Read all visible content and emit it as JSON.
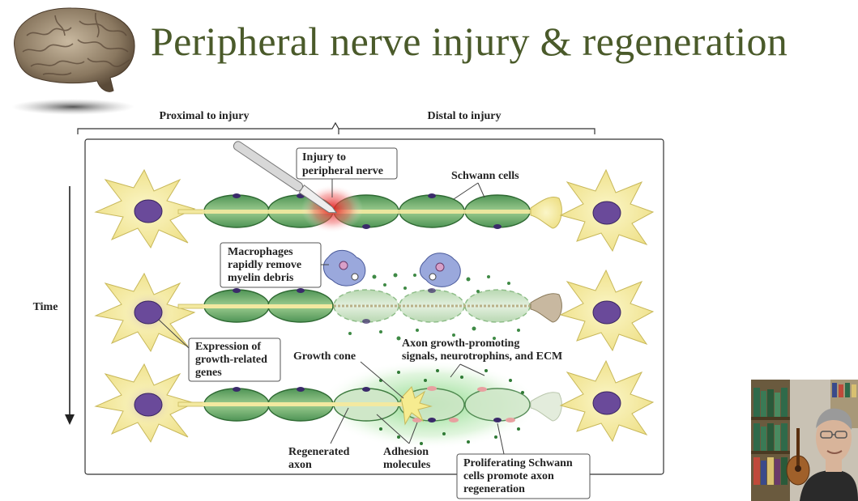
{
  "slide": {
    "title": "Peripheral nerve injury & regeneration"
  },
  "diagram": {
    "proximal_label": "Proximal to injury",
    "distal_label": "Distal to injury",
    "time_label": "Time",
    "callouts": {
      "injury_line1": "Injury to",
      "injury_line2": "peripheral nerve",
      "schwann": "Schwann cells",
      "macro_line1": "Macrophages",
      "macro_line2": "rapidly remove",
      "macro_line3": "myelin debris",
      "expr_line1": "Expression of",
      "expr_line2": "growth-related",
      "expr_line3": "genes",
      "growth_cone": "Growth cone",
      "signals_line1": "Axon growth-promoting",
      "signals_line2": "signals, neurotrophins, and ECM",
      "regen_line1": "Regenerated",
      "regen_line2": "axon",
      "adhesion_line1": "Adhesion",
      "adhesion_line2": "molecules",
      "prolif_line1": "Proliferating Schwann",
      "prolif_line2": "cells promote axon",
      "prolif_line3": "regeneration"
    }
  },
  "colors": {
    "title": "#4a5a2a",
    "neuron_body": "#f6eea4",
    "nucleus": "#6a4a9a",
    "schwann": "#7fb07a",
    "schwann_dark": "#3d7a3f",
    "injury_red": "#e02020",
    "growth_green": "#6ccf6c"
  }
}
